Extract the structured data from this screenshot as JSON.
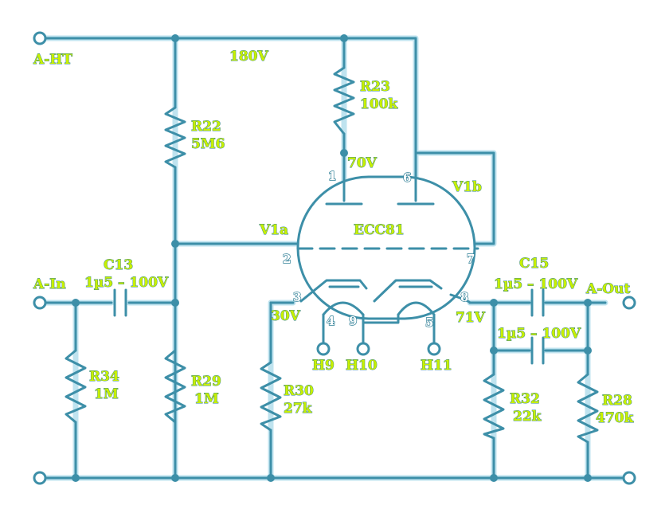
{
  "terminals": {
    "a_ht": "A-HT",
    "a_in": "A-In",
    "a_out": "A-Out"
  },
  "voltages": {
    "supply": "180V",
    "plate_v1a": "70V",
    "cathode_v1a": "30V",
    "cathode_v1b": "71V"
  },
  "resistors": {
    "r22": {
      "name": "R22",
      "value": "5M6"
    },
    "r23": {
      "name": "R23",
      "value": "100k"
    },
    "r34": {
      "name": "R34",
      "value": "1M"
    },
    "r29": {
      "name": "R29",
      "value": "1M"
    },
    "r30": {
      "name": "R30",
      "value": "27k"
    },
    "r32": {
      "name": "R32",
      "value": "22k"
    },
    "r28": {
      "name": "R28",
      "value": "470k"
    }
  },
  "capacitors": {
    "c13": {
      "name": "C13",
      "value": "1µ5 – 100V"
    },
    "c15": {
      "name": "C15",
      "value": "1µ5 – 100V"
    },
    "c15b": {
      "value": "1µ5 – 100V"
    }
  },
  "tube": {
    "type": "ECC81",
    "section_a": "V1a",
    "section_b": "V1b",
    "pins": {
      "p1": "1",
      "p2": "2",
      "p3": "3",
      "p4": "4",
      "p5": "5",
      "p6": "6",
      "p7": "7",
      "p8": "8",
      "p9": "9"
    },
    "heaters": {
      "h9": "H9",
      "h10": "H10",
      "h11": "H11"
    }
  },
  "colors": {
    "wire": "#3d8fa8",
    "label_fill": "#c8f000",
    "background": "#ffffff"
  }
}
